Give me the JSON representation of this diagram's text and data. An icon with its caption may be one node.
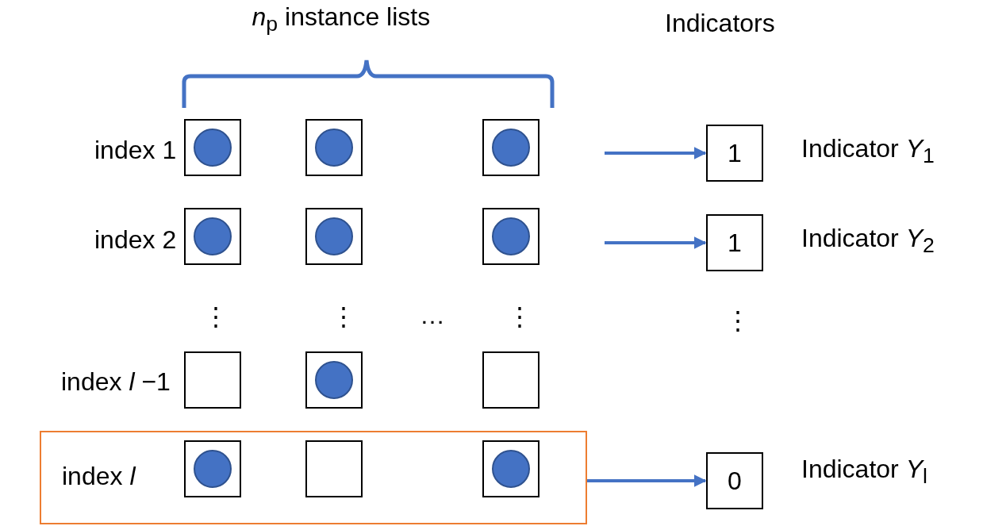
{
  "diagram": {
    "nodes": [
      {
        "text": [],
        "shape": "box"
      },
      {
        "text": [],
        "shape": "circle",
        "in": 0
      },
      {
        "text": [],
        "shape": "box"
      },
      {
        "text": [],
        "shape": "circle",
        "in": 2
      },
      {
        "text": [],
        "shape": "box"
      },
      {
        "text": [],
        "shape": "circle",
        "in": 4
      },
      {
        "text": [
          "1"
        ]
      },
      {
        "text": [],
        "shape": "box"
      },
      {
        "text": [],
        "shape": "circle",
        "in": 7
      },
      {
        "text": [],
        "shape": "box"
      },
      {
        "text": [],
        "shape": "circle",
        "in": 9
      },
      {
        "text": [],
        "shape": "box"
      },
      {
        "text": [],
        "shape": "circle",
        "in": 11
      },
      {
        "text": [
          "1"
        ]
      },
      {
        "text": [],
        "shape": "box"
      },
      {
        "text": [],
        "shape": "box"
      },
      {
        "text": [],
        "shape": "circle",
        "in": 15
      },
      {
        "text": [],
        "shape": "box"
      },
      {
        "text": [
          "index *l*"
        ]
      },
      {
        "text": [],
        "shape": "box",
        "in": 18
      },
      {
        "text": [],
        "shape": "circle",
        "in": 19
      },
      {
        "text": [],
        "shape": "box",
        "in": 18
      },
      {
        "text": [],
        "shape": "box",
        "in": 18
      },
      {
        "text": [],
        "shape": "circle",
        "in": 22
      },
      {
        "text": [
          "0"
        ]
      }
    ],
    "edges": [
      {
        "from": null,
        "to": 6,
        "arrow": "to"
      },
      {
        "from": null,
        "to": 13,
        "arrow": "to"
      },
      {
        "from": 18,
        "to": 24,
        "arrow": "to"
      }
    ],
    "labels": [
      "*n*$_{p}$ instance lists",
      "Indicators",
      "index 1",
      "Indicator *Y*$_{1}$",
      "index 2",
      "Indicator *Y*$_{2}$",
      "⋮",
      "⋮",
      "…",
      "⋮",
      "⋮",
      "index *l* −1",
      "Indicator *Y*$_{l}$"
    ]
  }
}
